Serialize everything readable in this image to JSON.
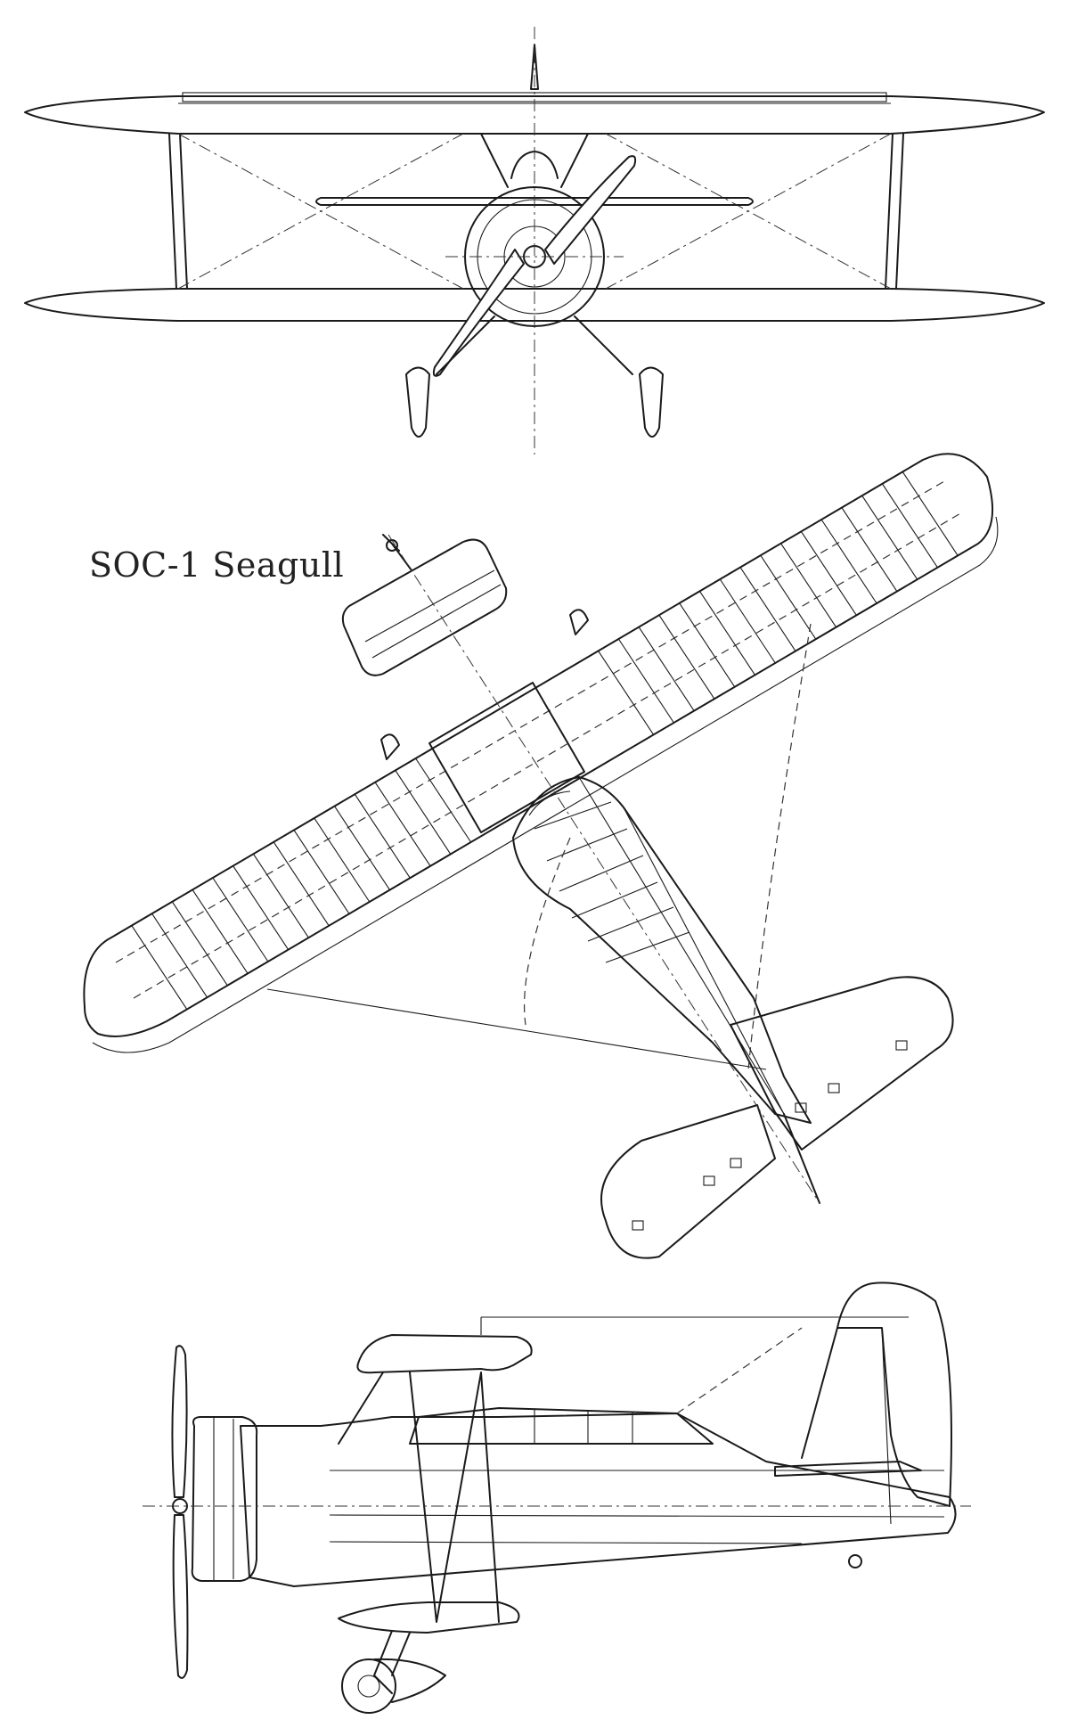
{
  "drawing": {
    "title": "SOC-1 Seagull",
    "views": [
      "front",
      "top",
      "side"
    ]
  }
}
